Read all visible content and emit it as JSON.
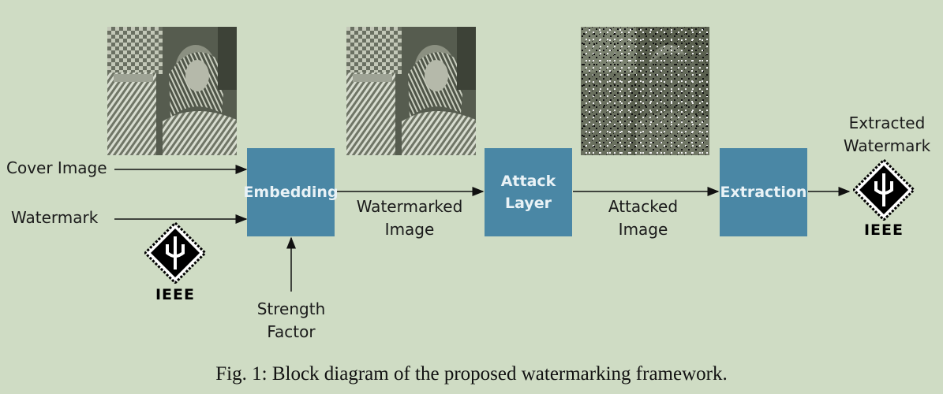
{
  "inputs": {
    "cover_image": "Cover Image",
    "watermark": "Watermark",
    "strength_factor": [
      "Strength",
      "Factor"
    ]
  },
  "blocks": {
    "embedding": [
      "Embedding"
    ],
    "attack": [
      "Attack",
      "Layer"
    ],
    "extraction": [
      "Extraction"
    ]
  },
  "edges": {
    "watermarked": [
      "Watermarked",
      "Image"
    ],
    "attacked": [
      "Attacked",
      "Image"
    ]
  },
  "output": {
    "extracted": [
      "Extracted",
      "Watermark"
    ]
  },
  "logo_text": "IEEE",
  "caption": "Fig. 1: Block diagram of the proposed watermarking framework.",
  "colors": {
    "background": "#cfdcc4",
    "block": "#4a87a5",
    "block_text": "#e9f2f6",
    "arrow": "#111111"
  },
  "icons": [
    "ieee-logo-icon",
    "cover-image-photo",
    "watermarked-image-photo",
    "attacked-image-photo"
  ]
}
